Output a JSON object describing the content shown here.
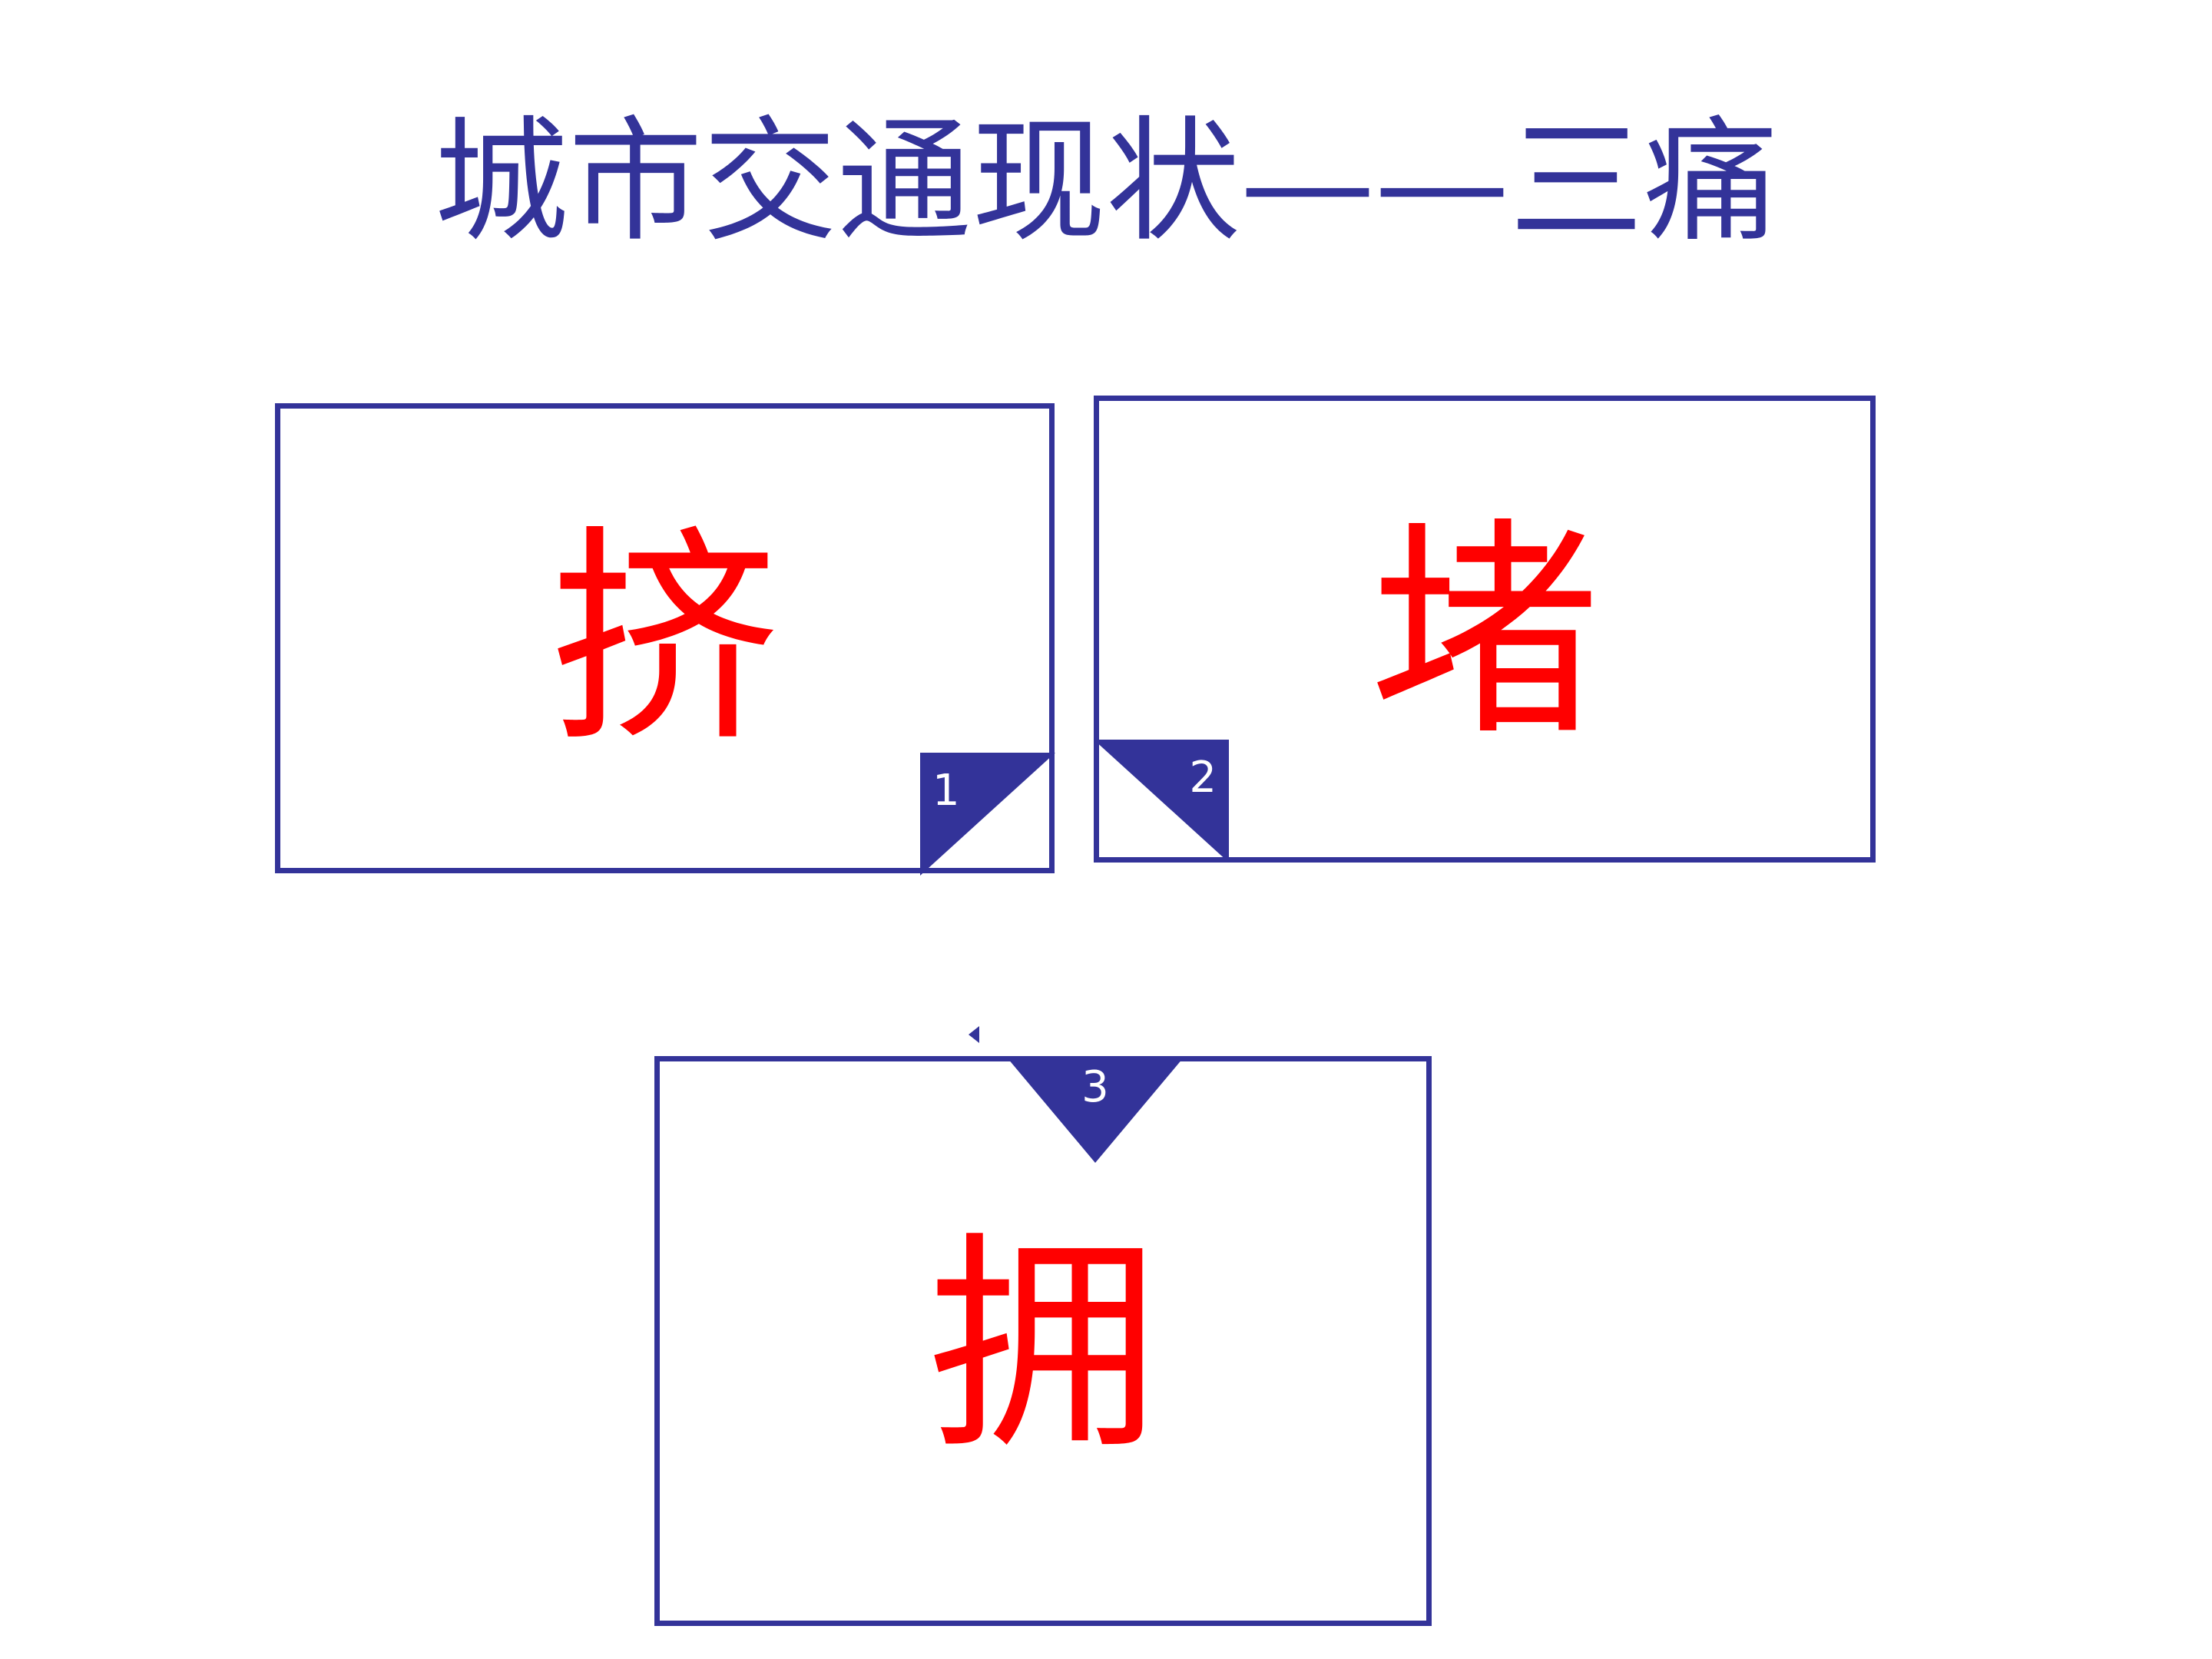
{
  "slide": {
    "title": "城市交通现状——三痛",
    "background_color": "#ffffff",
    "accent_color": "#333399",
    "word_color": "#ff0000"
  },
  "boxes": [
    {
      "id": "box-1",
      "word": "挤",
      "marker_number": "1",
      "marker_position": "bottom-right",
      "marker_shape": "corner-triangle"
    },
    {
      "id": "box-2",
      "word": "堵",
      "marker_number": "2",
      "marker_position": "bottom-left",
      "marker_shape": "corner-triangle"
    },
    {
      "id": "box-3",
      "word": "拥",
      "marker_number": "3",
      "marker_position": "top-center",
      "marker_shape": "down-triangle"
    }
  ]
}
